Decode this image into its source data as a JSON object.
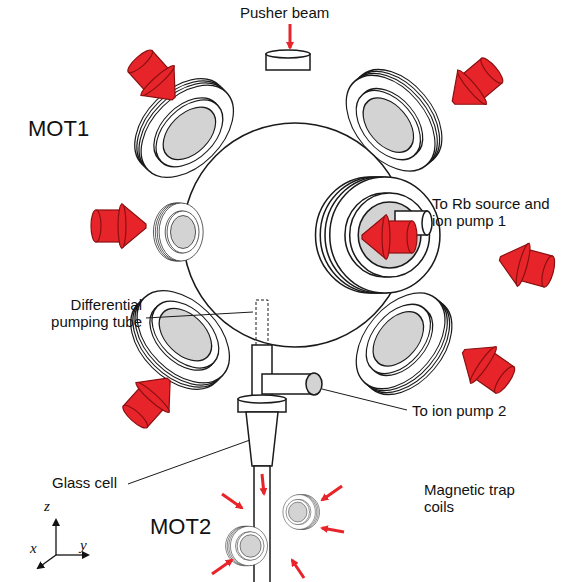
{
  "diagram": {
    "labels": [
      "Pusher beam",
      "MOT1",
      "To Rb source and ion pump 1",
      "Differential pumping tube",
      "To ion pump 2",
      "Glass cell",
      "MOT2",
      "Magnetic trap coils",
      "z",
      "x",
      "y"
    ]
  }
}
